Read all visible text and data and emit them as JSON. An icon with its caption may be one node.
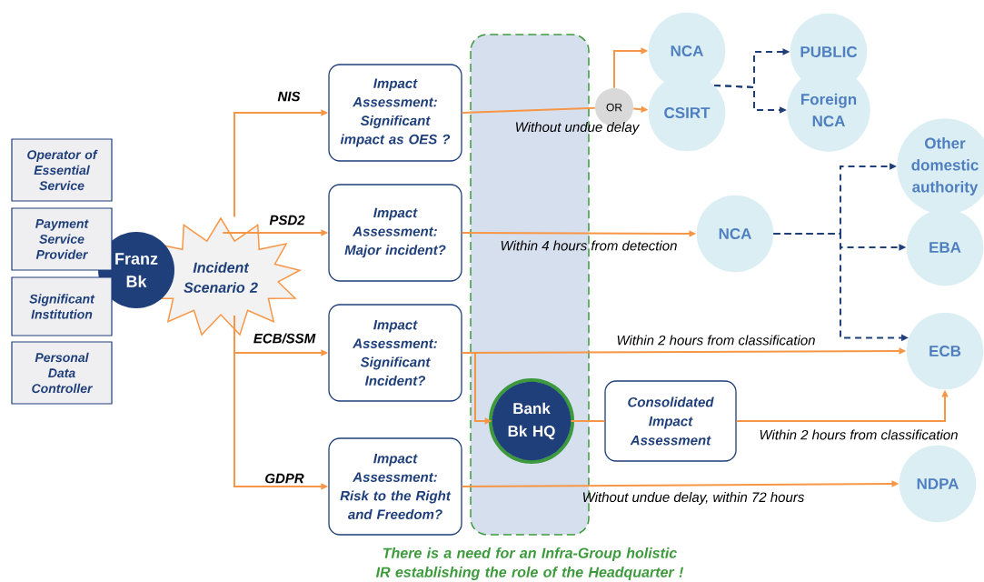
{
  "diagram": {
    "caption": "There is a need for an Infra-Group holistic IR establishing the role of the Headquarter !",
    "nodes": [
      {
        "text": [
          "Operator of Essential Service"
        ]
      },
      {
        "text": [
          "Payment Service Provider"
        ]
      },
      {
        "text": [
          "Significant Institution"
        ]
      },
      {
        "text": [
          "Personal Data Controller"
        ]
      },
      {
        "text": [
          "Franz Bk"
        ]
      },
      {
        "text": [
          "Incident Scenario 2"
        ]
      },
      {
        "text": [
          "Impact Assessment: Significant impact as OES ?"
        ]
      },
      {
        "text": [
          "Impact Assessment: Major incident?"
        ]
      },
      {
        "text": [
          "Impact Assessment: Significant Incident?"
        ]
      },
      {
        "text": [
          "Impact Assessment: Risk to the Right and Freedom?"
        ]
      },
      {
        "text": [
          "OR"
        ]
      },
      {
        "text": [
          "NCA"
        ]
      },
      {
        "text": [
          "CSIRT"
        ]
      },
      {
        "text": [
          "PUBLIC"
        ]
      },
      {
        "text": [
          "Foreign NCA"
        ]
      },
      {
        "text": [
          "Other domestic authority"
        ]
      },
      {
        "text": [
          "NCA"
        ]
      },
      {
        "text": [
          "EBA"
        ]
      },
      {
        "text": [
          "ECB"
        ]
      },
      {
        "text": [
          "Bank Bk HQ"
        ]
      },
      {
        "text": [
          "Consolidated Impact Assessment"
        ]
      },
      {
        "text": [
          "NDPA"
        ]
      }
    ],
    "edges": [
      {
        "from": 5,
        "to": 6,
        "arrow": "to",
        "label": "NIS"
      },
      {
        "from": 5,
        "to": 7,
        "arrow": "to",
        "label": "PSD2"
      },
      {
        "from": 5,
        "to": 8,
        "arrow": "to",
        "label": "ECB/SSM"
      },
      {
        "from": 5,
        "to": 9,
        "arrow": "to",
        "label": "GDPR"
      },
      {
        "from": 6,
        "to": 10,
        "arrow": "none",
        "label": "Without undue delay"
      },
      {
        "from": 10,
        "to": 11,
        "arrow": "to"
      },
      {
        "from": 10,
        "to": 12,
        "arrow": "to"
      },
      {
        "from": 12,
        "to": 13,
        "arrow": "to",
        "style": "dashed",
        "color": "#1f3f7a"
      },
      {
        "from": 12,
        "to": 14,
        "arrow": "to",
        "style": "dashed",
        "color": "#1f3f7a"
      },
      {
        "from": 7,
        "to": 16,
        "arrow": "to",
        "label": "Within 4 hours from detection"
      },
      {
        "from": 16,
        "to": 15,
        "arrow": "to",
        "style": "dashed",
        "color": "#1f3f7a"
      },
      {
        "from": 16,
        "to": 17,
        "arrow": "to",
        "style": "dashed",
        "color": "#1f3f7a"
      },
      {
        "from": 16,
        "to": 18,
        "arrow": "to",
        "style": "dashed",
        "color": "#1f3f7a"
      },
      {
        "from": 8,
        "to": 18,
        "arrow": "to",
        "label": "Within 2 hours from classification"
      },
      {
        "from": 8,
        "to": 19,
        "arrow": "to"
      },
      {
        "from": 19,
        "to": 20,
        "arrow": "none"
      },
      {
        "from": 20,
        "to": 18,
        "arrow": "to",
        "label": "Within 2 hours from classification"
      },
      {
        "from": 9,
        "to": 21,
        "arrow": "to",
        "label": "Without undue delay, within 72 hours"
      }
    ]
  }
}
